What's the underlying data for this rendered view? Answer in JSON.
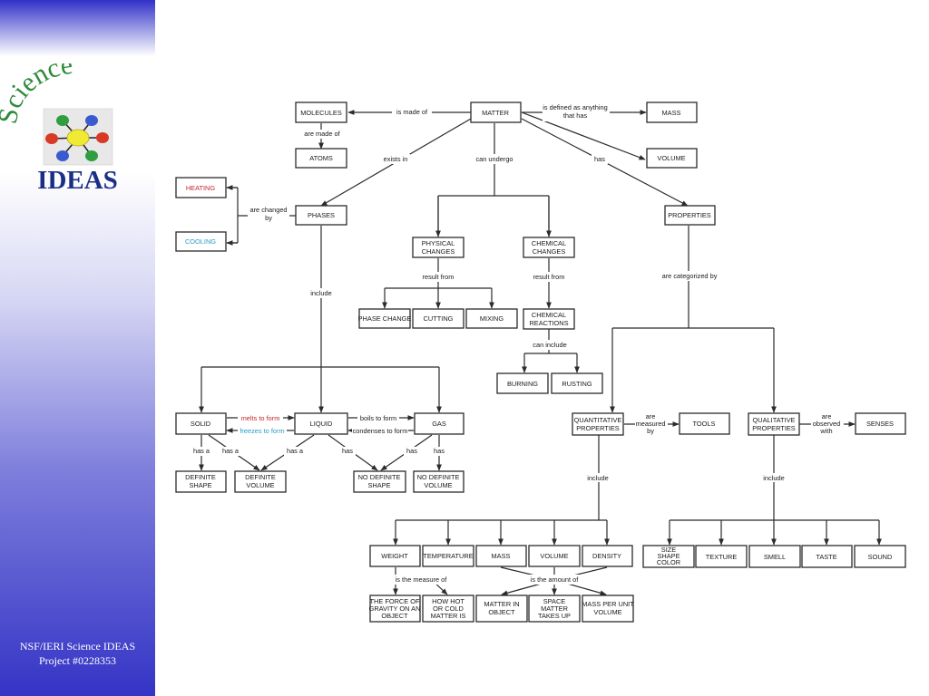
{
  "sidebar": {
    "logo_word": "Science",
    "logo_ideas": "IDEAS",
    "footer_line1": "NSF/IERI Science IDEAS",
    "footer_line2": "Project #0228353"
  },
  "concepts": {
    "matter": "MATTER",
    "molecules": "MOLECULES",
    "atoms": "ATOMS",
    "mass_top": "MASS",
    "volume_top": "VOLUME",
    "heating": "HEATING",
    "cooling": "COOLING",
    "phases": "PHASES",
    "physical_changes_1": "PHYSICAL",
    "physical_changes_2": "CHANGES",
    "chemical_changes_1": "CHEMICAL",
    "chemical_changes_2": "CHANGES",
    "properties": "PROPERTIES",
    "phase_change": "PHASE CHANGE",
    "cutting": "CUTTING",
    "mixing": "MIXING",
    "chemical_reactions_1": "CHEMICAL",
    "chemical_reactions_2": "REACTIONS",
    "burning": "BURNING",
    "rusting": "RUSTING",
    "solid": "SOLID",
    "liquid": "LIQUID",
    "gas": "GAS",
    "quantitative_1": "QUANTITATIVE",
    "quantitative_2": "PROPERTIES",
    "tools": "TOOLS",
    "qualitative_1": "QUALITATIVE",
    "qualitative_2": "PROPERTIES",
    "senses": "SENSES",
    "definite_shape_1": "DEFINITE",
    "definite_shape_2": "SHAPE",
    "definite_volume_1": "DEFINITE",
    "definite_volume_2": "VOLUME",
    "no_definite_shape_1": "NO DEFINITE",
    "no_definite_shape_2": "SHAPE",
    "no_definite_volume_1": "NO DEFINITE",
    "no_definite_volume_2": "VOLUME",
    "weight": "WEIGHT",
    "temperature": "TEMPERATURE",
    "mass_q": "MASS",
    "volume_q": "VOLUME",
    "density": "DENSITY",
    "size_1": "SIZE",
    "size_2": "SHAPE",
    "size_3": "COLOR",
    "texture": "TEXTURE",
    "smell": "SMELL",
    "taste": "TASTE",
    "sound": "SOUND",
    "force_1": "THE FORCE OF",
    "force_2": "GRAVITY ON AN",
    "force_3": "OBJECT",
    "hot_1": "HOW HOT",
    "hot_2": "OR COLD",
    "hot_3": "MATTER IS",
    "matter_in_1": "MATTER IN",
    "matter_in_2": "OBJECT",
    "space_1": "SPACE",
    "space_2": "MATTER",
    "space_3": "TAKES UP",
    "mpuv_1": "MASS PER UNIT",
    "mpuv_2": "VOLUME"
  },
  "links": {
    "is_made_of": "is made of",
    "are_made_of": "are made of",
    "defined_1": "is defined as anything",
    "defined_2": "that has",
    "exists_in": "exists in",
    "can_undergo": "can undergo",
    "has_top": "has",
    "are_changed_1": "are changed",
    "are_changed_2": "by",
    "include_phases": "include",
    "result_from_phys": "result from",
    "result_from_chem": "result from",
    "can_include": "can include",
    "are_categorized_by": "are categorized by",
    "melts_to_form": "melts to form",
    "freezes_to_form": "freezes to form",
    "boils_to_form": "boils to form",
    "condenses_to_form": "condenses to form",
    "has_a_1": "has a",
    "has_a_2": "has a",
    "has_a_3": "has a",
    "has_1": "has",
    "has_2": "has",
    "has_3": "has",
    "are_measured_1": "are",
    "are_measured_2": "measured",
    "are_measured_3": "by",
    "are_observed_1": "are",
    "are_observed_2": "observed",
    "are_observed_3": "with",
    "include_quant": "include",
    "include_qual": "include",
    "measure_of": "is the measure of",
    "amount_of": "is the amount of"
  },
  "colors": {
    "heating": "#c0282d",
    "cooling": "#2a9bc8",
    "melts": "#c0282d",
    "freezes": "#2a9bc8",
    "sidebar_blue": "#3131c9",
    "ideas_navy": "#1a2f86",
    "logo_green": "#2e8b3a"
  }
}
